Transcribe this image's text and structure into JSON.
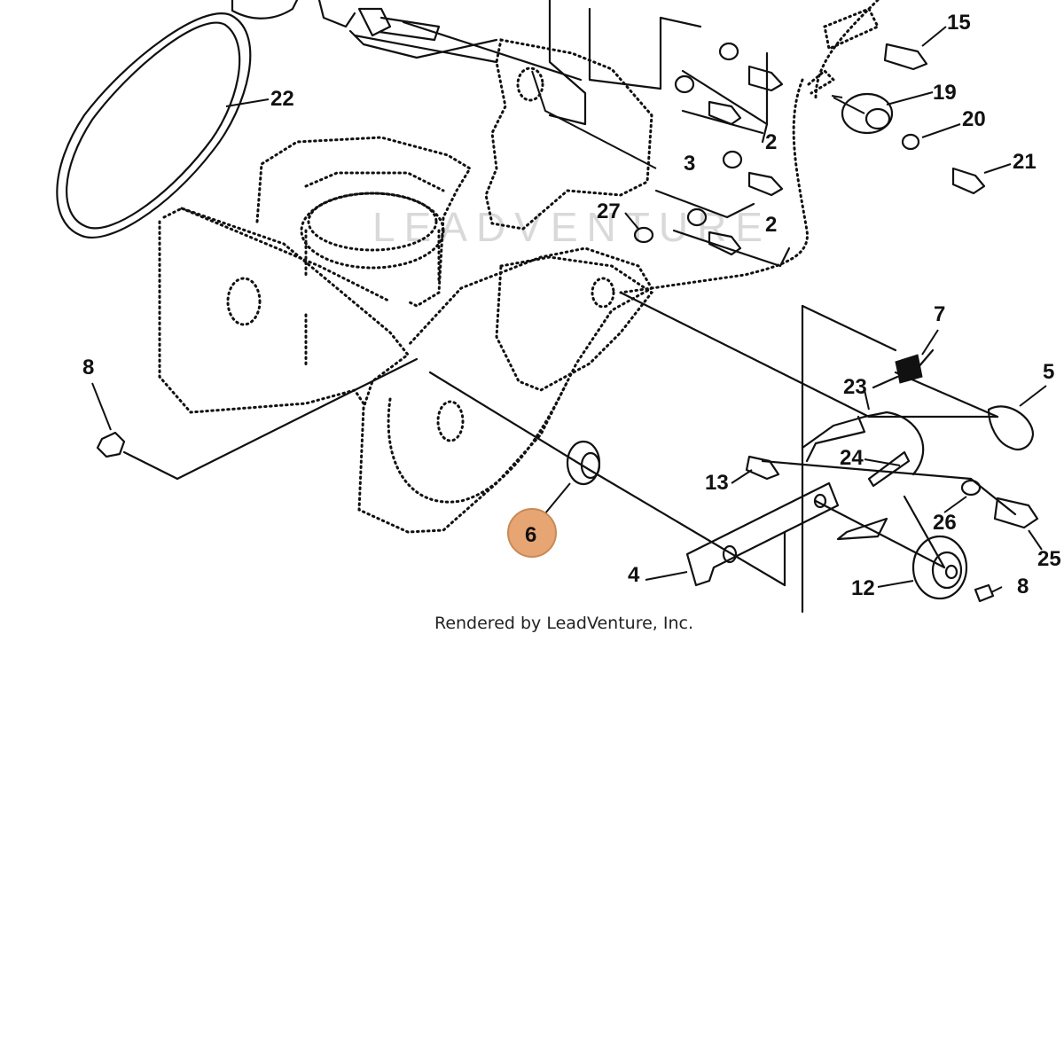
{
  "diagram": {
    "type": "exploded-parts-diagram",
    "highlighted_callout": "6",
    "highlight_color": "#e7a574",
    "highlight_border_color": "#c98a55",
    "line_color": "#111111",
    "background_color": "#ffffff",
    "watermark_text": "LEADVENTURE",
    "callouts": {
      "c15": "15",
      "c19": "19",
      "c20": "20",
      "c21": "21",
      "c22": "22",
      "c2a": "2",
      "c3": "3",
      "c2b": "2",
      "c27": "27",
      "c7": "7",
      "c5": "5",
      "c23": "23",
      "c8a": "8",
      "c24": "24",
      "c13": "13",
      "c26": "26",
      "c25": "25",
      "c6": "6",
      "c4": "4",
      "c12": "12",
      "c8b": "8"
    }
  },
  "footer": {
    "credit": "Rendered by LeadVenture, Inc."
  }
}
